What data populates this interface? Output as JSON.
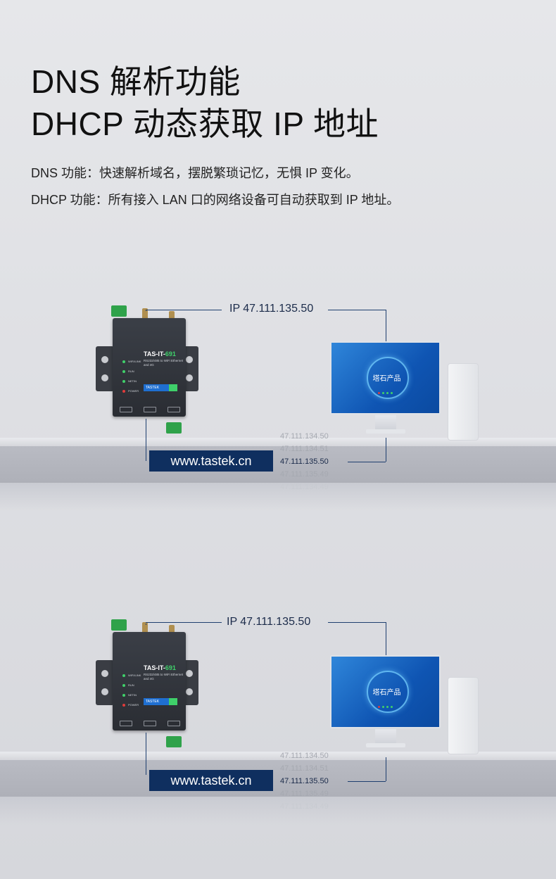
{
  "header": {
    "title_line1": "DNS 解析功能",
    "title_line2": "DHCP 动态获取 IP 地址",
    "desc_dns": "DNS 功能：快速解析域名，摆脱繁琐记忆，无惧 IP 变化。",
    "desc_dhcp": "DHCP 功能：所有接入 LAN 口的网络设备可自动获取到 IP 地址。"
  },
  "scenes": [
    {
      "ip_label": "IP 47.111.135.50",
      "url": "www.tastek.cn",
      "device": {
        "model_prefix": "TAS-IT-",
        "model_number": "691",
        "subtitle": "RS232/485 to WiFi Ethernet and 4G",
        "brand": "TASTEK",
        "leds": [
          "WIFI/LINK",
          "RUN",
          "NETIN",
          "POWER"
        ]
      },
      "screen_text": "塔石产品",
      "ip_list": [
        "47.111.134.50",
        "47.111.134.51",
        "47.111.135.50",
        "47.111.135.49",
        "47.111.134.49"
      ]
    },
    {
      "ip_label": "IP 47.111.135.50",
      "url": "www.tastek.cn",
      "device": {
        "model_prefix": "TAS-IT-",
        "model_number": "691",
        "subtitle": "RS232/485 to WiFi Ethernet and 4G",
        "brand": "TASTEK",
        "leds": [
          "WIFI/LINK",
          "RUN",
          "NETIN",
          "POWER"
        ]
      },
      "screen_text": "塔石产品",
      "ip_list": [
        "47.111.134.50",
        "47.111.134.51",
        "47.111.135.50",
        "47.111.135.49",
        "47.111.134.49"
      ]
    }
  ],
  "colors": {
    "accent_navy": "#0f2f5f",
    "screen_blue": "#0f55b3",
    "device_green": "#3fd06a"
  }
}
